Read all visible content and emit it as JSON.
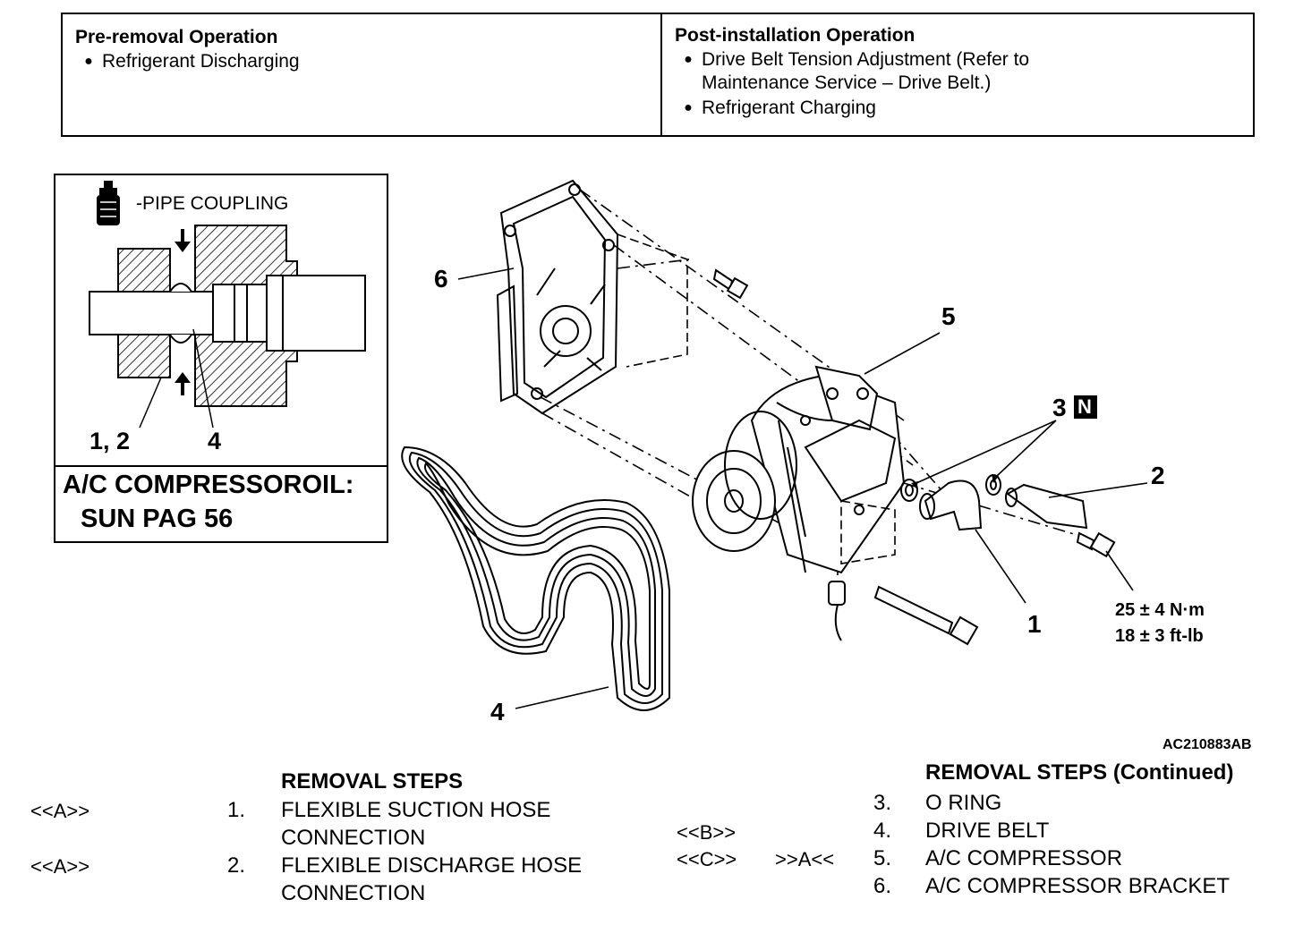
{
  "pre_removal": {
    "heading": "Pre-removal Operation",
    "items": [
      "Refrigerant Discharging"
    ]
  },
  "post_installation": {
    "heading": "Post-installation Operation",
    "items": [
      {
        "line1": "Drive Belt Tension Adjustment (Refer to",
        "line2": "Maintenance Service – Drive Belt.)"
      },
      {
        "line1": "Refrigerant Charging",
        "line2": ""
      }
    ]
  },
  "inset": {
    "coupling_label": "-PIPE COUPLING",
    "label_12": "1, 2",
    "label_4": "4",
    "oil_line1": "A/C COMPRESSOROIL:",
    "oil_line2": "SUN PAG 56"
  },
  "diagram": {
    "labels": {
      "p1": "1",
      "p2": "2",
      "p3": "3",
      "p3_badge": "N",
      "p4": "4",
      "p5": "5",
      "p6": "6"
    },
    "torque_nm": "25 ± 4 N·m",
    "torque_ftlb": "18 ± 3 ft-lb",
    "figure_code": "AC210883AB"
  },
  "removal_steps": {
    "heading": "REMOVAL STEPS",
    "steps": [
      {
        "code": "<<A>>",
        "num": "1.",
        "line1": "FLEXIBLE SUCTION HOSE",
        "line2": "CONNECTION"
      },
      {
        "code": "<<A>>",
        "num": "2.",
        "line1": "FLEXIBLE DISCHARGE HOSE",
        "line2": "CONNECTION"
      }
    ]
  },
  "removal_steps_continued": {
    "heading": "REMOVAL STEPS (Continued)",
    "steps": [
      {
        "code": "",
        "install_code": "",
        "num": "3.",
        "text": "O RING"
      },
      {
        "code": "<<B>>",
        "install_code": "",
        "num": "4.",
        "text": "DRIVE BELT"
      },
      {
        "code": "<<C>>",
        "install_code": ">>A<<",
        "num": "5.",
        "text": "A/C COMPRESSOR"
      },
      {
        "code": "",
        "install_code": "",
        "num": "6.",
        "text": "A/C COMPRESSOR BRACKET"
      }
    ]
  }
}
